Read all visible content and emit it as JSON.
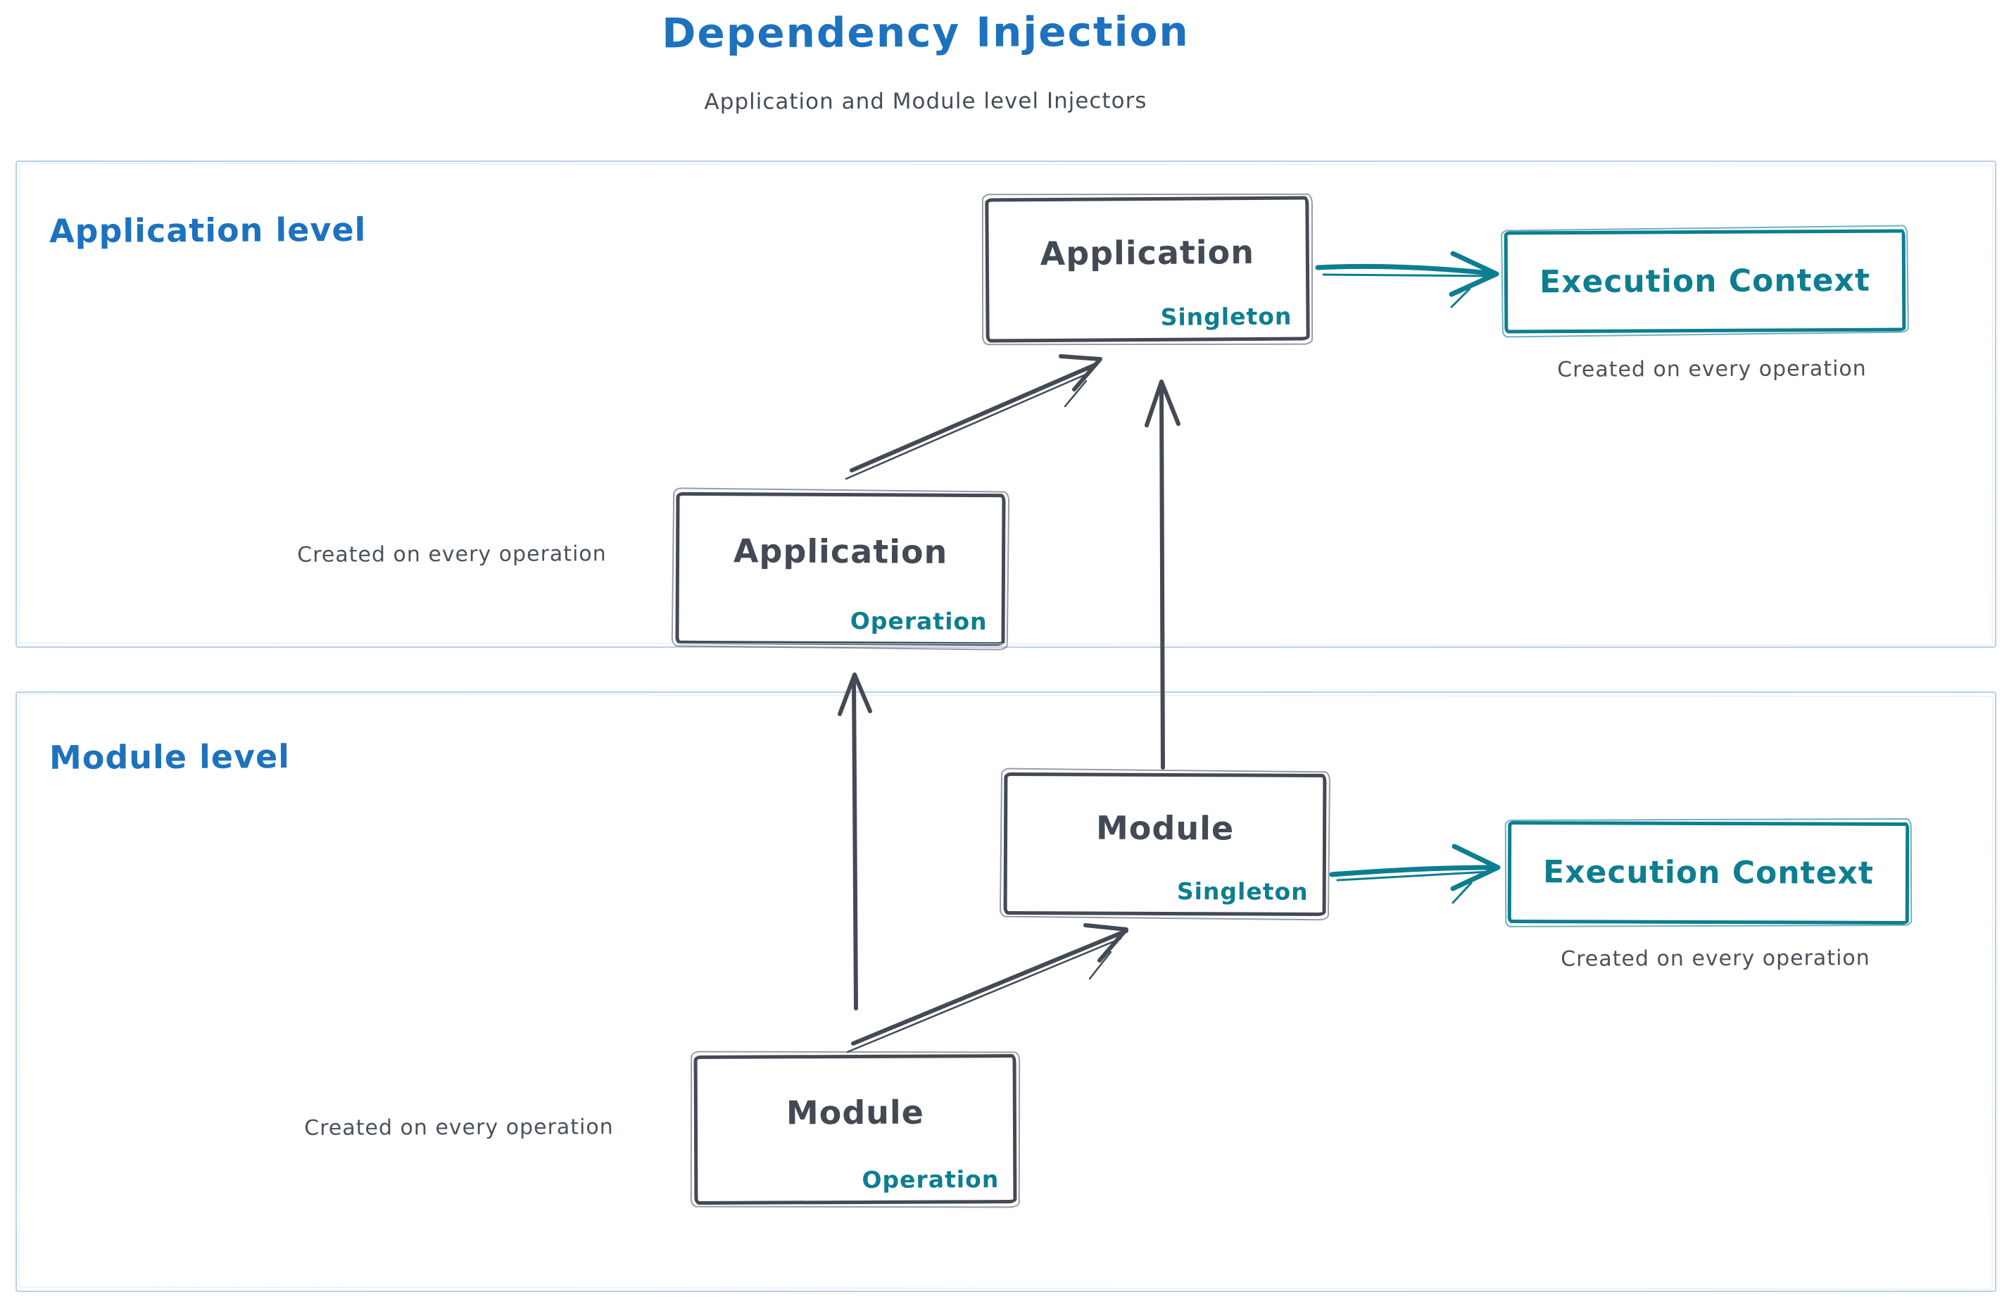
{
  "header": {
    "title": "Dependency Injection",
    "subtitle": "Application and Module level Injectors"
  },
  "colors": {
    "accent_blue": "#1c72bf",
    "stroke_dark": "#434a54",
    "teal": "#0d7e90",
    "section_border_blue": "#b9cfe8",
    "caption_gray": "#4b525b",
    "background": "#ffffff"
  },
  "sections": [
    {
      "id": "application",
      "label": "Application level",
      "singleton_box": {
        "title": "Application",
        "tag": "Singleton"
      },
      "operation_box": {
        "title": "Application",
        "tag": "Operation"
      },
      "operation_caption": "Created on every operation",
      "execution_context": {
        "label": "Execution Context",
        "caption": "Created on every operation"
      }
    },
    {
      "id": "module",
      "label": "Module level",
      "singleton_box": {
        "title": "Module",
        "tag": "Singleton"
      },
      "operation_box": {
        "title": "Module",
        "tag": "Operation"
      },
      "operation_caption": "Created on every operation",
      "execution_context": {
        "label": "Execution Context",
        "caption": "Created on every operation"
      }
    }
  ],
  "arrows": [
    {
      "from": "application-operation",
      "to": "application-singleton",
      "color": "dark"
    },
    {
      "from": "application-singleton",
      "to": "execution-context-application",
      "color": "teal"
    },
    {
      "from": "module-operation",
      "to": "application-operation",
      "color": "dark"
    },
    {
      "from": "module-singleton",
      "to": "application-singleton",
      "color": "dark"
    },
    {
      "from": "module-operation",
      "to": "module-singleton",
      "color": "dark"
    },
    {
      "from": "module-singleton",
      "to": "execution-context-module",
      "color": "teal"
    }
  ]
}
